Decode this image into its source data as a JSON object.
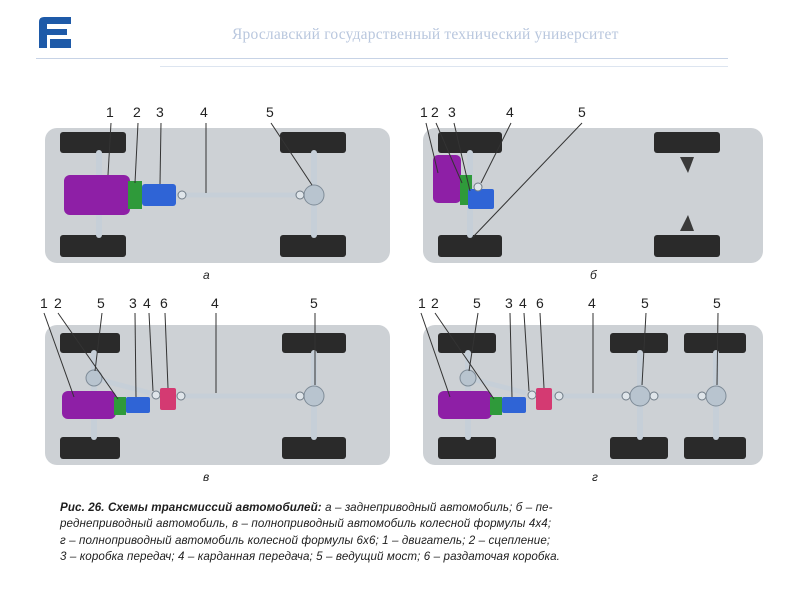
{
  "header": {
    "university": "Ярославский государственный технический университет",
    "logo_icon": "university-logo-icon"
  },
  "colors": {
    "engine": "#8e1fa6",
    "clutch": "#2f9a3a",
    "gearbox": "#2f64d6",
    "transfer_case": "#d43a72",
    "shaft": "#c6cfd8",
    "panel_bg": "#cdd1d5",
    "tyre": "#2a2a2a",
    "accent": "#1e5aa8"
  },
  "diagrams": [
    {
      "letter": "а",
      "labels": [
        "1",
        "2",
        "3",
        "4",
        "5"
      ]
    },
    {
      "letter": "б",
      "labels": [
        "1",
        "2",
        "3",
        "4",
        "5"
      ]
    },
    {
      "letter": "в",
      "labels": [
        "1",
        "2",
        "5",
        "3",
        "4",
        "6",
        "4",
        "5"
      ]
    },
    {
      "letter": "г",
      "labels": [
        "1",
        "2",
        "5",
        "3",
        "4",
        "6",
        "4",
        "5",
        "5"
      ]
    }
  ],
  "caption": {
    "lead": "Рис. 26. Схемы трансмиссий автомобилей:",
    "lines": [
      " а – заднеприводный автомобиль; б – пе-",
      "реднеприводный автомобиль, в – полноприводный автомобиль колесной формулы 4х4;",
      "г – полноприводный автомобиль колесной формулы 6х6; 1 –  двигатель; 2 – сцепление;",
      "3 – коробка передач; 4 – карданная передача; 5 – ведущий мост; 6 – раздаточая коробка."
    ]
  }
}
